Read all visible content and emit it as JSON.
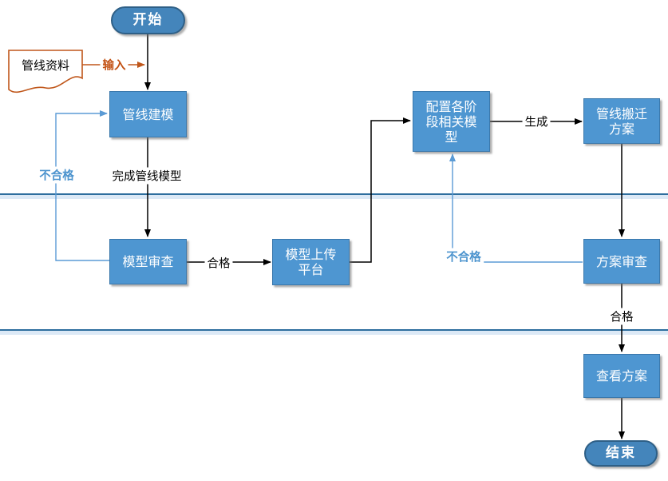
{
  "diagram": {
    "nodes": {
      "start": {
        "label": "开始",
        "type": "terminator"
      },
      "pipeline_data": {
        "label": "管线资料",
        "type": "document"
      },
      "pipeline_modeling": {
        "label": "管线建模",
        "type": "process"
      },
      "model_review": {
        "label": "模型审查",
        "type": "process"
      },
      "model_upload": {
        "label": "模型上传平台",
        "type": "process"
      },
      "configure_models": {
        "label": "配置各阶段相关模型",
        "type": "process"
      },
      "relocation_plan": {
        "label": "管线搬迁方案",
        "type": "process"
      },
      "plan_review": {
        "label": "方案审查",
        "type": "process"
      },
      "view_plan": {
        "label": "查看方案",
        "type": "process"
      },
      "end": {
        "label": "结束",
        "type": "terminator"
      }
    },
    "edge_labels": {
      "input": "输入",
      "complete_model": "完成管线模型",
      "qualified_model": "合格",
      "generate": "生成",
      "qualified_plan": "合格",
      "rework_model": "不合格",
      "rework_plan": "不合格"
    },
    "colors": {
      "node_fill": "#4E96D1",
      "node_border": "#3A78AC",
      "terminator_fill": "#4485BB",
      "terminator_border": "#2E5F86",
      "document_border": "#C0571B",
      "edge_black": "#000000",
      "edge_blue": "#5B9BD5",
      "edge_orange": "#C0571B",
      "lane_line": "#2E6E9E",
      "lane_band": "#DCE9F6",
      "label_blue": "#4D94CE",
      "label_orange": "#C35214",
      "canvas_bg": "#FFFFFF"
    }
  }
}
